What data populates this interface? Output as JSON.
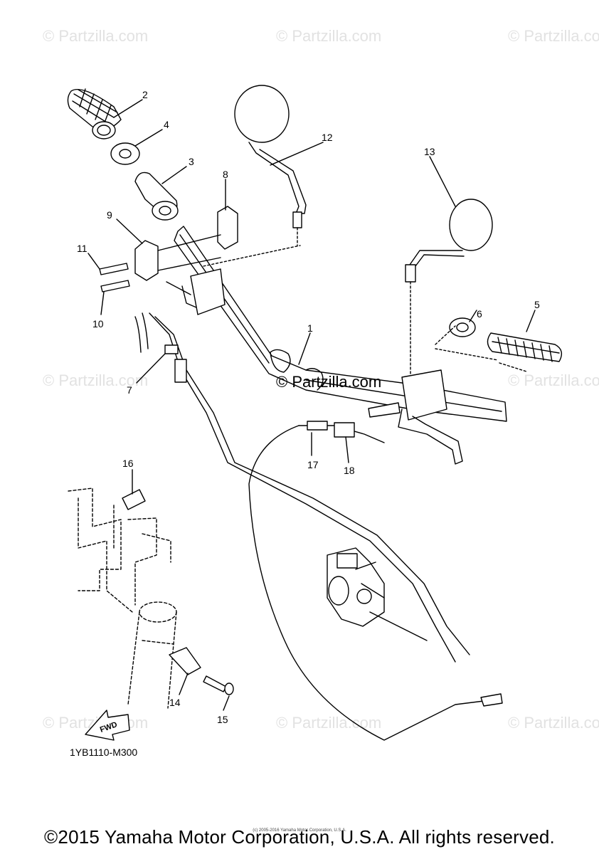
{
  "watermark": "© Partzilla.com",
  "center_watermark": "© Partzilla.com",
  "diagram_code": "1YB1110-M300",
  "fwd_label": "FWD",
  "fine_print": "(c) 2005-2016 Yamaha Motor Corporation, U.S.A.",
  "copyright": "©2015 Yamaha Motor Corporation, U.S.A. All rights reserved.",
  "callouts": [
    "1",
    "2",
    "3",
    "4",
    "5",
    "6",
    "7",
    "8",
    "9",
    "10",
    "11",
    "12",
    "13",
    "14",
    "15",
    "16",
    "17",
    "18"
  ]
}
